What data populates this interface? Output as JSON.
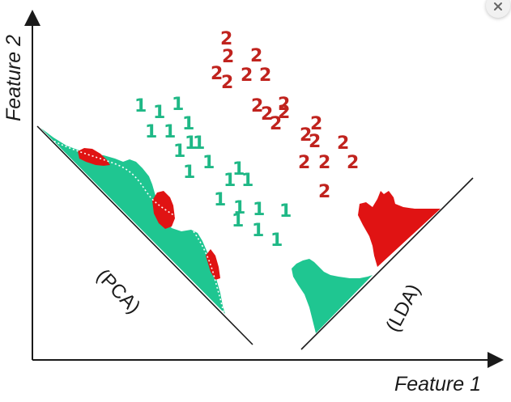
{
  "axes": {
    "x_label": "Feature 1",
    "y_label": "Feature 2"
  },
  "projections": {
    "pca_label": "(PCA)",
    "lda_label": "(LDA)"
  },
  "classes": {
    "class1": {
      "symbol": "1",
      "color": "#1fb886"
    },
    "class2": {
      "symbol": "2",
      "color": "#c0231e"
    }
  },
  "colors": {
    "class1_fill": "#1fc691",
    "class2_fill": "#e01313",
    "axis": "#1a1a1a"
  },
  "icons": {
    "corner": "close-icon"
  }
}
